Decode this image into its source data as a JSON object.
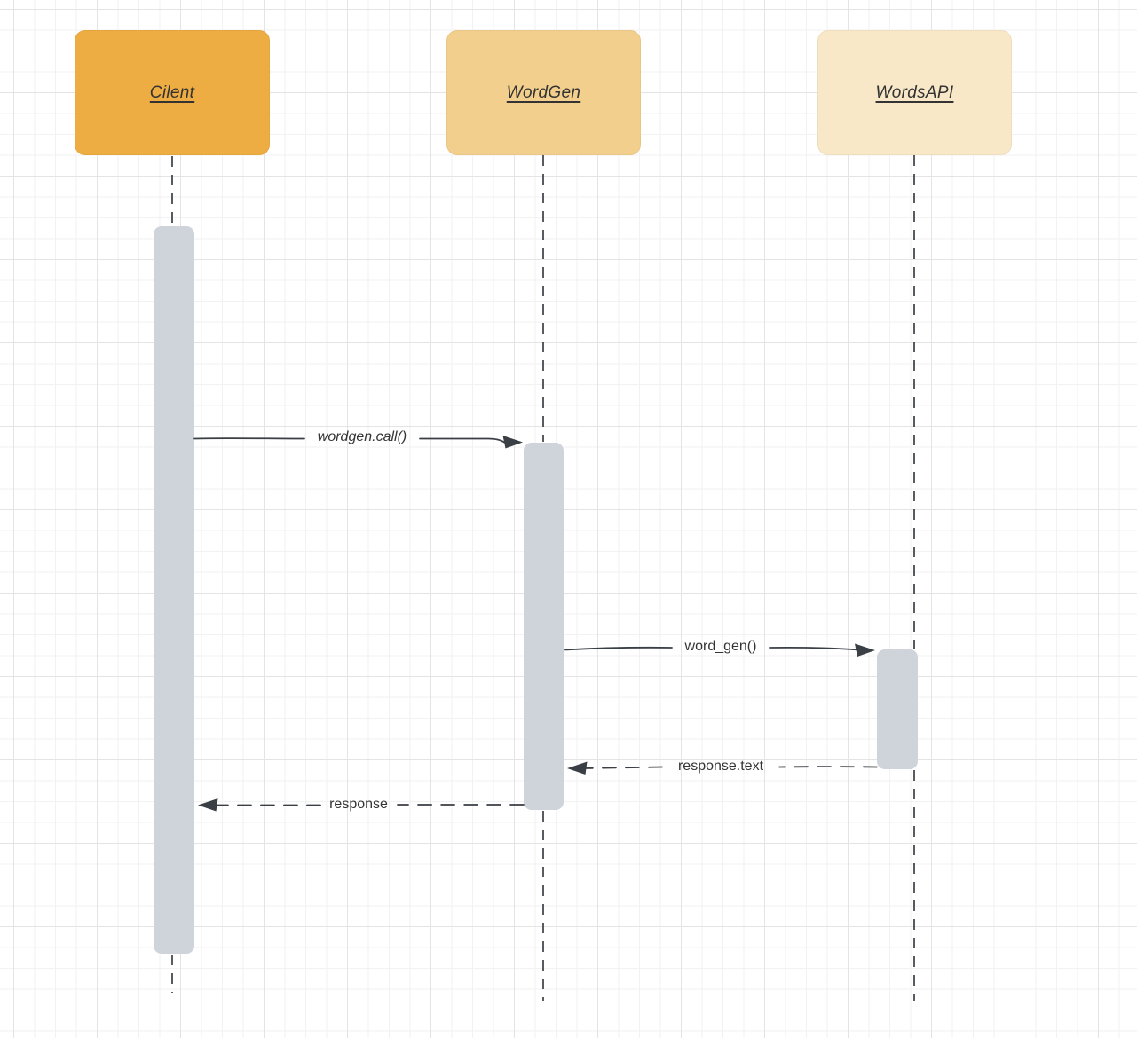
{
  "diagram": {
    "kind": "uml-sequence-diagram",
    "actors": [
      {
        "label": "Cilent",
        "fill": "#EEAD42"
      },
      {
        "label": "WordGen",
        "fill": "#F2CF8C"
      },
      {
        "label": "WordsAPI",
        "fill": "#F8E8C7"
      }
    ],
    "messages": [
      {
        "label": "wordgen.call()",
        "from": "Cilent",
        "to": "WordGen",
        "line": "solid",
        "style": "italic"
      },
      {
        "label": "word_gen()",
        "from": "WordGen",
        "to": "WordsAPI",
        "line": "solid",
        "style": "normal"
      },
      {
        "label": "response.text",
        "from": "WordsAPI",
        "to": "WordGen",
        "line": "dashed",
        "style": "normal"
      },
      {
        "label": "response",
        "from": "WordGen",
        "to": "Cilent",
        "line": "dashed",
        "style": "normal"
      }
    ],
    "colors": {
      "activation_bar": "#CFD4DB",
      "line": "#3A3F45",
      "text": "#343434"
    }
  }
}
